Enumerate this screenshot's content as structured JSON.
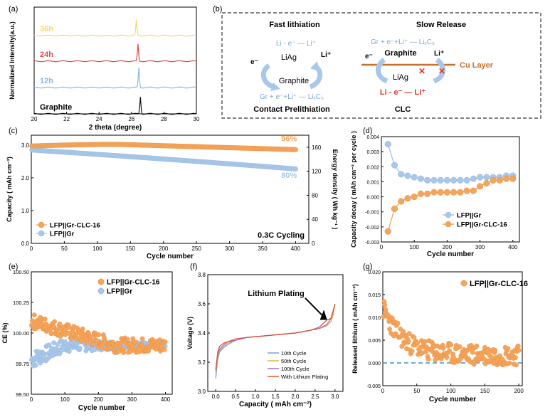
{
  "colors": {
    "orange": "#f5a55a",
    "orange_edge": "#e8883a",
    "blue": "#a9c7e8",
    "blue_edge": "#8db4e0",
    "red": "#e8312a",
    "cu": "#c8702a",
    "line_orange": "#e07a25",
    "line_red": "#e24a33"
  },
  "panel_labels": {
    "a": "(a)",
    "b": "(b)",
    "c": "(c)",
    "d": "(d)",
    "e": "(e)",
    "f": "(f)",
    "g": "(g)"
  },
  "schematic": {
    "left_title": "Fast lithiation",
    "right_title": "Slow Release",
    "left_top_eq": "Li - e⁻ — Li⁺",
    "electron": "e⁻",
    "liion": "Li⁺",
    "liag": "LiAg",
    "graphite": "Graphite",
    "left_bottom_eq": "Gr + e⁻+Li⁺ — LiₓC₆",
    "right_top_eq": "Gr + e⁻+Li⁺ — LiₓC₆",
    "cu_layer": "Cu Layer",
    "right_bottom_eq": "Li - e⁻ — Li⁺",
    "cross": "✕",
    "left_caption": "Contact Prelithiation",
    "right_caption": "CLC"
  },
  "chart_data": [
    {
      "panel": "a",
      "type": "line",
      "xlabel": "2 theta (degree)",
      "ylabel": "Normalized Intensity(a.u.)",
      "xlim": [
        20,
        30
      ],
      "xticks": [
        20,
        22,
        24,
        26,
        28,
        30
      ],
      "series": [
        {
          "name": "36h",
          "color": "#f7d774",
          "peak": 26.3
        },
        {
          "name": "24h",
          "color": "#e24a4a",
          "peak": 26.4
        },
        {
          "name": "12h",
          "color": "#8ab6e0",
          "peak": 26.45
        },
        {
          "name": "Graphite",
          "color": "#111111",
          "peak": 26.55
        }
      ]
    },
    {
      "panel": "c",
      "type": "scatter",
      "xlabel": "Cycle number",
      "ylabel": "Capacity ( mAh cm⁻²)",
      "y2label": "Energy density ( Wh kg⁻¹ )",
      "xlim": [
        0,
        420
      ],
      "ylim": [
        0,
        3.3
      ],
      "y2lim": [
        0,
        180
      ],
      "xticks": [
        0,
        50,
        100,
        150,
        200,
        250,
        300,
        350,
        400
      ],
      "yticks": [
        0.0,
        1.0,
        2.0,
        3.0
      ],
      "ytick_labels": [
        "0.0",
        "1.0",
        "2.0",
        "3.0"
      ],
      "y2ticks": [
        0,
        40,
        80,
        120,
        160
      ],
      "annotation": "0.3C Cycling",
      "series": [
        {
          "name": "LFP||Gr-CLC-16",
          "start": 2.97,
          "peak": 3.02,
          "end": 2.86,
          "retention_label": "96%"
        },
        {
          "name": "LFP||Gr",
          "start": 2.85,
          "end": 2.27,
          "retention_label": "80%"
        }
      ],
      "legend": "bottom-left"
    },
    {
      "panel": "d",
      "type": "line",
      "xlabel": "Cycle number",
      "ylabel": "Capacity decay ( mAh cm⁻² per cycle )",
      "xlim": [
        0,
        420
      ],
      "ylim": [
        -0.003,
        0.004
      ],
      "xticks": [
        0,
        100,
        200,
        300,
        400
      ],
      "yticks": [
        -0.003,
        -0.002,
        -0.001,
        0.0,
        0.001,
        0.002,
        0.003,
        0.004
      ],
      "ytick_labels": [
        "-0.003",
        "-0.002",
        "-0.001",
        "0.000",
        "0.001",
        "0.002",
        "0.003",
        "0.004"
      ],
      "x": [
        20,
        40,
        60,
        80,
        100,
        120,
        140,
        160,
        180,
        200,
        220,
        240,
        260,
        280,
        300,
        320,
        340,
        360,
        380,
        400
      ],
      "series": [
        {
          "name": "LFP||Gr",
          "values": [
            0.0035,
            0.0021,
            0.0015,
            0.0014,
            0.0013,
            0.0012,
            0.0011,
            0.0011,
            0.0011,
            0.0011,
            0.0011,
            0.0011,
            0.0011,
            0.0012,
            0.0013,
            0.0013,
            0.0013,
            0.0013,
            0.0014,
            0.0014
          ]
        },
        {
          "name": "LFP||Gr-CLC-16",
          "values": [
            -0.0023,
            -0.0008,
            -0.0003,
            -0.0001,
            0.0,
            0.0002,
            0.0002,
            0.0003,
            0.0003,
            0.0003,
            0.0003,
            0.0003,
            0.0004,
            0.0004,
            0.0007,
            0.0009,
            0.0011,
            0.0011,
            0.0012,
            0.0012
          ]
        }
      ],
      "legend": "bottom-right"
    },
    {
      "panel": "e",
      "type": "scatter",
      "xlabel": "Cycle number",
      "ylabel": "CE (%)",
      "xlim": [
        0,
        420
      ],
      "ylim": [
        99.5,
        100.5
      ],
      "xticks": [
        0,
        100,
        200,
        300,
        400
      ],
      "yticks": [
        99.5,
        99.75,
        100.0,
        100.25,
        100.5
      ],
      "ytick_labels": [
        "99.50",
        "99.75",
        "100.00",
        "100.25",
        "100.50"
      ],
      "series": [
        {
          "name": "LFP||Gr-CLC-16",
          "start": 100.1,
          "end": 99.9
        },
        {
          "name": "LFP||Gr",
          "start": 99.78,
          "end": 99.9
        }
      ],
      "legend": "top-right"
    },
    {
      "panel": "f",
      "type": "line",
      "xlabel": "Capacity ( mAh cm⁻²)",
      "ylabel": "Voltage (V)",
      "xlim": [
        -0.2,
        3.2
      ],
      "ylim": [
        3.0,
        3.8
      ],
      "xticks": [
        0.0,
        0.5,
        1.0,
        1.5,
        2.0,
        2.5,
        3.0
      ],
      "yticks": [
        3.0,
        3.2,
        3.4,
        3.6,
        3.8
      ],
      "annotation": "Lithium Plating",
      "x": [
        0.0,
        0.05,
        0.1,
        0.2,
        0.3,
        0.5,
        0.8,
        1.2,
        1.6,
        2.0,
        2.4,
        2.6,
        2.8,
        2.9,
        2.95,
        3.0
      ],
      "series": [
        {
          "name": "10th Cycle",
          "color": "#6a9fd4",
          "values": [
            3.09,
            3.22,
            3.27,
            3.3,
            3.32,
            3.35,
            3.37,
            3.38,
            3.39,
            3.4,
            3.42,
            3.43,
            3.45,
            3.48,
            3.52,
            3.6
          ]
        },
        {
          "name": "50th Cycle",
          "color": "#e0b030",
          "values": [
            3.12,
            3.24,
            3.28,
            3.31,
            3.33,
            3.35,
            3.37,
            3.38,
            3.39,
            3.4,
            3.42,
            3.43,
            3.45,
            3.48,
            3.53,
            3.6
          ]
        },
        {
          "name": "100th Cycle",
          "color": "#9a6ad0",
          "values": [
            3.14,
            3.26,
            3.29,
            3.32,
            3.34,
            3.35,
            3.37,
            3.38,
            3.39,
            3.4,
            3.42,
            3.43,
            3.46,
            3.5,
            3.55,
            3.6
          ]
        },
        {
          "name": "With Lithium Plating",
          "color": "#e24a33",
          "values": [
            3.15,
            3.27,
            3.31,
            3.33,
            3.34,
            3.36,
            3.37,
            3.38,
            3.39,
            3.4,
            3.42,
            3.44,
            3.49,
            3.5,
            3.55,
            3.6
          ]
        }
      ],
      "legend": "bottom-right"
    },
    {
      "panel": "g",
      "type": "scatter",
      "xlabel": "Cycle number",
      "ylabel": "Released lithium ( mAh cm⁻²)",
      "xlim": [
        0,
        205
      ],
      "ylim": [
        -0.005,
        0.02
      ],
      "xticks": [
        0,
        50,
        100,
        150,
        200
      ],
      "yticks": [
        -0.005,
        0.0,
        0.005,
        0.01,
        0.015,
        0.02
      ],
      "ytick_labels": [
        "-0.005",
        "0.000",
        "0.005",
        "0.010",
        "0.015",
        "0.020"
      ],
      "series": [
        {
          "name": "LFP||Gr-CLC-16",
          "start": 0.012,
          "end": 0.0015
        }
      ],
      "reference_line": 0.0,
      "legend": "top-right"
    }
  ]
}
